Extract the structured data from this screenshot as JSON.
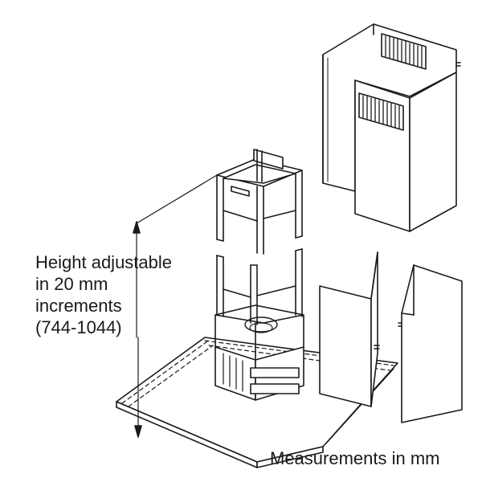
{
  "annotations": {
    "height_lines": [
      "Height adjustable",
      "in 20 mm",
      "increments",
      "(744-1044)"
    ],
    "measurements": "Measurements in mm"
  },
  "colors": {
    "line": "#1a1a1a",
    "fill": "#ffffff"
  }
}
